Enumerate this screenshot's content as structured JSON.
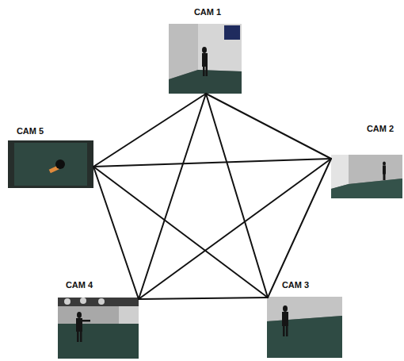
{
  "diagram": {
    "nodes": [
      {
        "text": [
          "CAM 1"
        ]
      },
      {
        "text": [
          "CAM 2"
        ]
      },
      {
        "text": [
          "CAM 3"
        ]
      },
      {
        "text": [
          "CAM 4"
        ]
      },
      {
        "text": [
          "CAM 5"
        ]
      }
    ],
    "edges": [
      {
        "from": 0,
        "to": 1,
        "arrow": "none"
      },
      {
        "from": 0,
        "to": 2,
        "arrow": "none"
      },
      {
        "from": 0,
        "to": 3,
        "arrow": "none"
      },
      {
        "from": 0,
        "to": 4,
        "arrow": "none"
      },
      {
        "from": 1,
        "to": 2,
        "arrow": "none"
      },
      {
        "from": 1,
        "to": 3,
        "arrow": "none"
      },
      {
        "from": 1,
        "to": 4,
        "arrow": "none"
      },
      {
        "from": 2,
        "to": 3,
        "arrow": "none"
      },
      {
        "from": 2,
        "to": 4,
        "arrow": "none"
      },
      {
        "from": 3,
        "to": 4,
        "arrow": "none"
      }
    ]
  }
}
